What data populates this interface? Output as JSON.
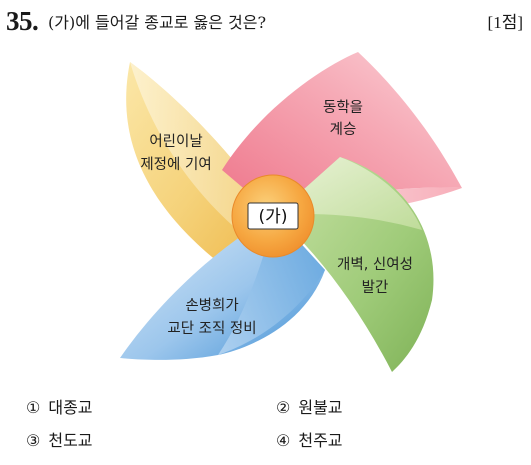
{
  "question": {
    "number": "35.",
    "text": "(가)에 들어갈 종교로 옳은 것은?",
    "points": "[1점]"
  },
  "figure": {
    "center": "(가)",
    "blades": [
      {
        "line1": "어린이날",
        "line2": "제정에 기여"
      },
      {
        "line1": "동학을",
        "line2": "계승"
      },
      {
        "line1": "개벽, 신여성",
        "line2": "발간"
      },
      {
        "line1": "손병희가",
        "line2": "교단 조직 정비"
      }
    ],
    "colors": {
      "yellow": "#f2ca62",
      "pink": "#f08a9c",
      "green": "#8fc167",
      "blue": "#5b9fd8",
      "center": "#f6a63e"
    }
  },
  "choices": [
    {
      "mark": "①",
      "label": "대종교"
    },
    {
      "mark": "②",
      "label": "원불교"
    },
    {
      "mark": "③",
      "label": "천도교"
    },
    {
      "mark": "④",
      "label": "천주교"
    }
  ]
}
